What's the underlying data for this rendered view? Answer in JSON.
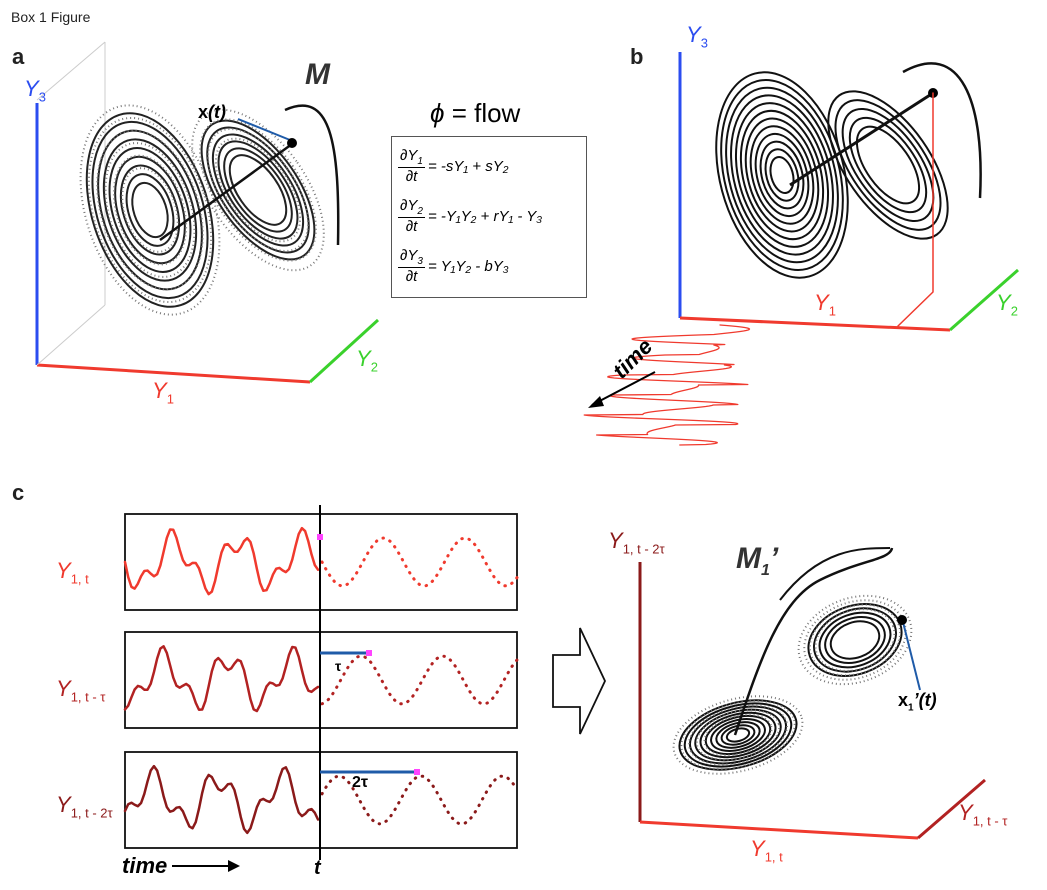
{
  "figure_title": "Box 1 Figure",
  "panels": {
    "a": {
      "label": "a",
      "manifold_label": "M",
      "point_label_bold": "x",
      "point_label_arg": "(t)",
      "axes": {
        "y1": "Y",
        "y1_sub": "1",
        "y2": "Y",
        "y2_sub": "2",
        "y3": "Y",
        "y3_sub": "3"
      }
    },
    "flow": {
      "phi": "ϕ",
      "title": " = flow",
      "equations": [
        {
          "num": "∂Y",
          "num_sub": "1",
          "den": "∂t",
          "rhs": "= -sY₁ + sY₂"
        },
        {
          "num": "∂Y",
          "num_sub": "2",
          "den": "∂t",
          "rhs": "= -Y₁Y₂ + rY₁ - Y₃"
        },
        {
          "num": "∂Y",
          "num_sub": "3",
          "den": "∂t",
          "rhs": "= Y₁Y₂ - bY₃"
        }
      ]
    },
    "b": {
      "label": "b",
      "time_label": "time",
      "axes": {
        "y1": "Y",
        "y1_sub": "1",
        "y2": "Y",
        "y2_sub": "2",
        "y3": "Y",
        "y3_sub": "3"
      }
    },
    "c": {
      "label": "c",
      "series_labels": [
        {
          "main": "Y",
          "sub": "1, t"
        },
        {
          "main": "Y",
          "sub": "1, t - τ"
        },
        {
          "main": "Y",
          "sub": "1, t - 2τ"
        }
      ],
      "lag_labels": [
        "τ",
        "2τ"
      ],
      "time_axis_label": "time",
      "t_label": "t",
      "manifold_label": "M",
      "manifold_sub": "1",
      "manifold_prime": "’",
      "point_label_bold": "x",
      "point_label_sub": "1",
      "point_label_rest": "’(t)",
      "axes": {
        "vertical": {
          "main": "Y",
          "sub": "1, t - 2τ"
        },
        "horizontal": {
          "main": "Y",
          "sub": "1, t"
        },
        "depth": {
          "main": "Y",
          "sub": "1, t - τ"
        }
      }
    }
  },
  "colors": {
    "y1": "#f03a2e",
    "y2": "#3ad12c",
    "y3": "#2b4df0",
    "dark_red": "#8b1a1a",
    "mid_red": "#b22222",
    "blue_line": "#1f5ba8",
    "magenta": "#ff44ff"
  }
}
